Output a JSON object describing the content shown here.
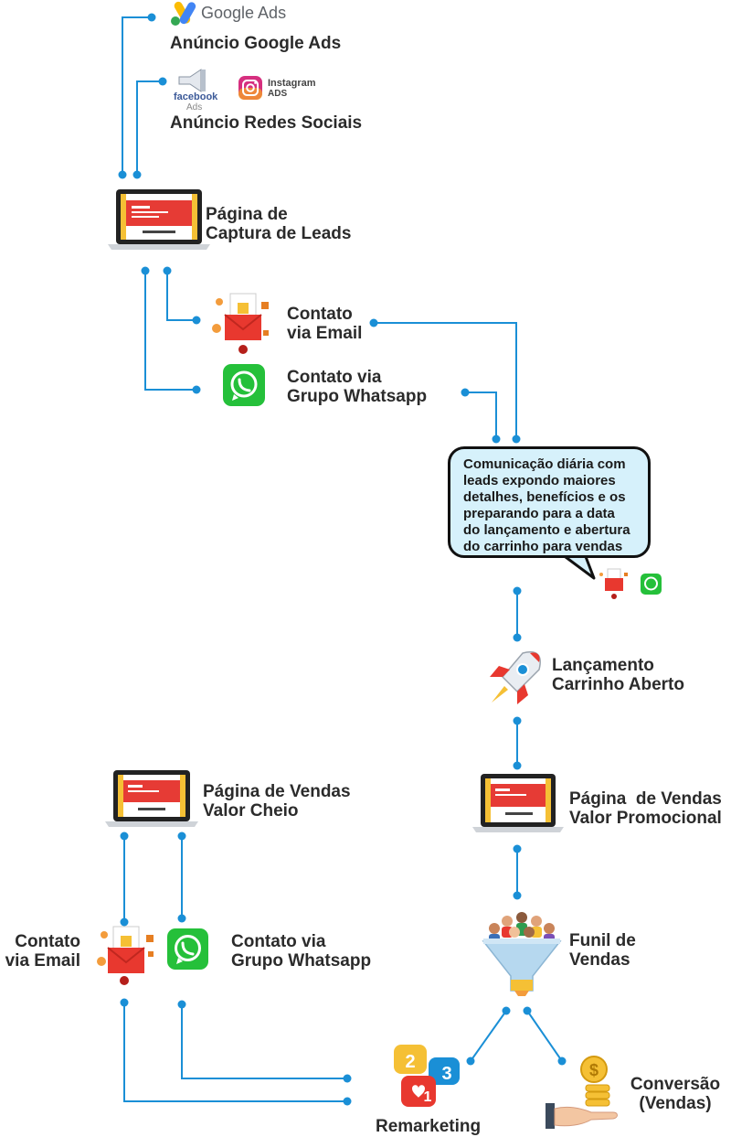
{
  "nodes": {
    "google_ads": {
      "brand": "Google Ads",
      "label": "Anúncio Google Ads"
    },
    "social_ads": {
      "facebook_brand": "facebook",
      "facebook_sub": "Ads",
      "instagram_brand": "Instagram",
      "instagram_sub": "ADS",
      "label": "Anúncio Redes Sociais"
    },
    "lead_page": {
      "line1": "Página de",
      "line2": "Captura de Leads"
    },
    "email_1": {
      "line1": "Contato",
      "line2": "via Email"
    },
    "whatsapp_1": {
      "line1": "Contato via",
      "line2": "Grupo Whatsapp"
    },
    "bubble": {
      "lines": [
        "Comunicação diária com",
        "leads expondo maiores",
        "detalhes, benefícios e os",
        "preparando para a data",
        "do lançamento e abertura",
        "do carrinho para vendas"
      ]
    },
    "launch": {
      "line1": "Lançamento",
      "line2": "Carrinho Aberto"
    },
    "promo_page": {
      "line1": "Página  de Vendas",
      "line2": "Valor Promocional"
    },
    "full_page": {
      "line1": "Página de Vendas",
      "line2": "Valor Cheio"
    },
    "email_2": {
      "line1": "Contato",
      "line2": "via Email"
    },
    "whatsapp_2": {
      "line1": "Contato via",
      "line2": "Grupo Whatsapp"
    },
    "funnel": {
      "line1": "Funil de",
      "line2": "Vendas"
    },
    "remarketing": {
      "label": "Remarketing",
      "badge_likes": "2",
      "badge_comments": "3",
      "badge_hearts": "1"
    },
    "conversion": {
      "line1": "Conversão",
      "line2": "(Vendas)",
      "coin_symbol": "$"
    }
  },
  "colors": {
    "connector": "#1a8fd6",
    "email_red": "#e8382f",
    "whatsapp_green": "#25c03a",
    "laptop_screen": "#e63b35",
    "bubble_fill": "#d6f1fb"
  }
}
